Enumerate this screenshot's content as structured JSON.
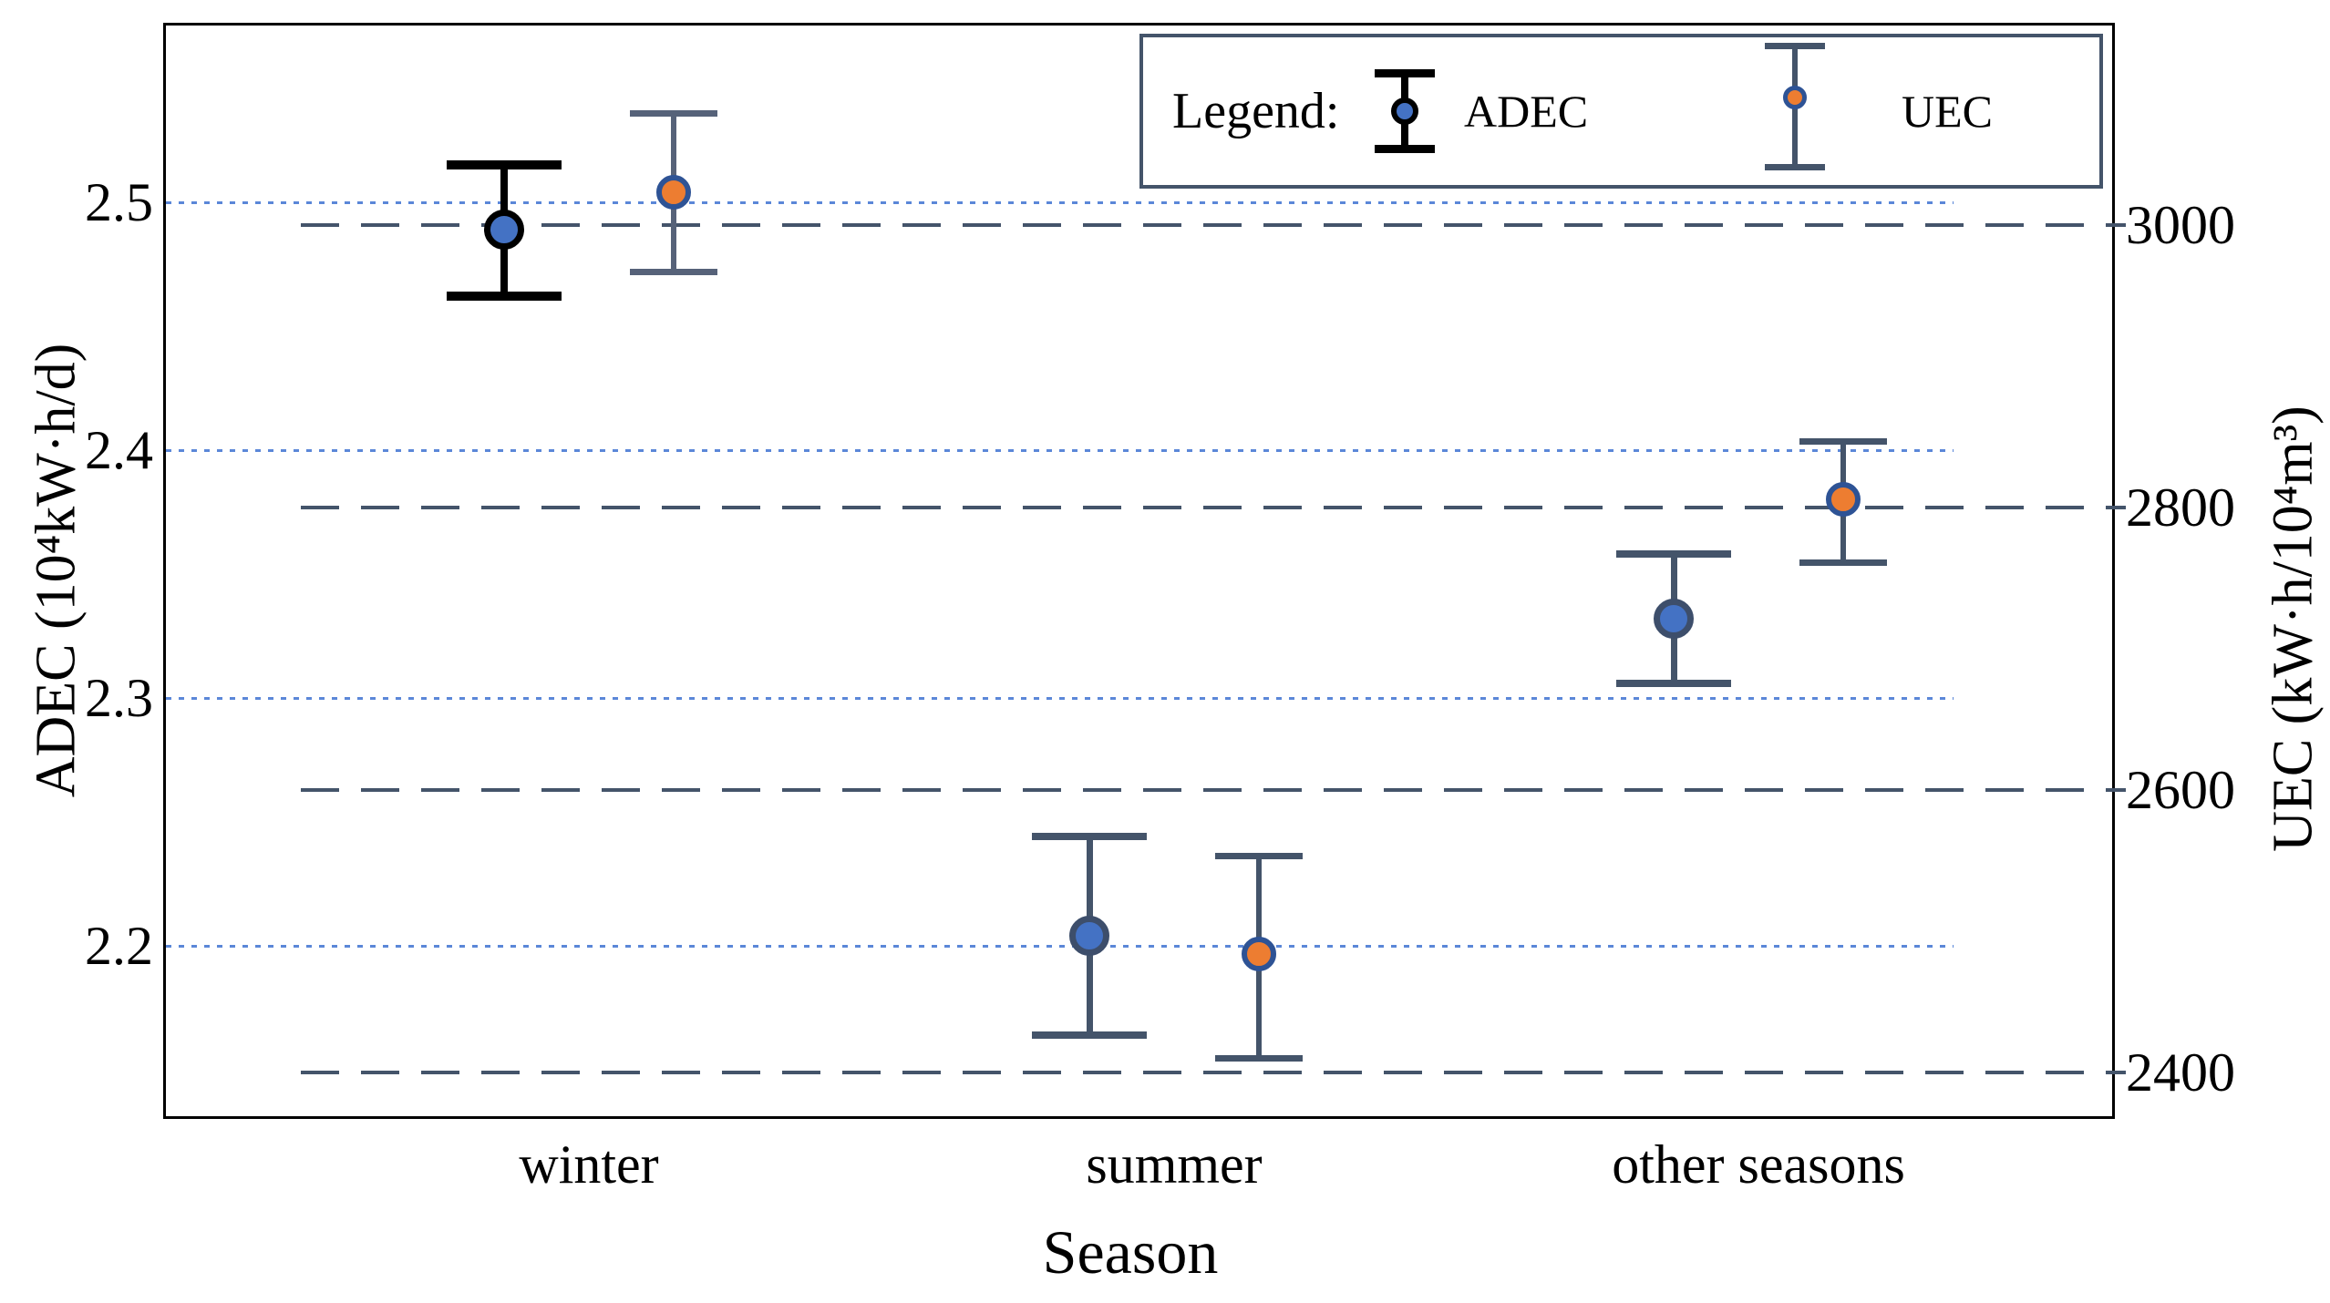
{
  "figure": {
    "background": "#FFFFFF",
    "legend": {
      "title": "Legend:",
      "border_color": "#44546A",
      "entries": [
        {
          "label": "ADEC",
          "marker_fill": "#4472C4",
          "marker_ring": "#000000",
          "bar_color": "#000000"
        },
        {
          "label": "UEC",
          "marker_fill": "#ED7D31",
          "marker_ring": "#2E5395",
          "bar_color": "#44546A"
        }
      ]
    },
    "colors": {
      "plot_border": "#000000",
      "dotted_gridline": "#5B87D8",
      "dashed_gridline": "#44546A",
      "text": "#000000"
    }
  },
  "chart_data": {
    "type": "scatter",
    "title": "",
    "categories": [
      "winter",
      "summer",
      "other seasons"
    ],
    "xlabel": "Season",
    "grid": true,
    "legend_position": "top-right",
    "left_axis": {
      "label": "ADEC (10⁴kW·h/d)",
      "ticks": [
        2.5,
        2.4,
        2.3,
        2.2
      ],
      "tick_labels": [
        "2.5",
        "2.4",
        "2.3",
        "2.2"
      ],
      "range": [
        2.145,
        2.572
      ],
      "gridline_style": "dotted"
    },
    "right_axis": {
      "label": "UEC (kW·h/10⁴m³)",
      "ticks": [
        3000,
        2800,
        2600,
        2400
      ],
      "tick_labels": [
        "3000",
        "2800",
        "2600",
        "2400"
      ],
      "range": [
        2385,
        3143
      ],
      "gridline_style": "dashed"
    },
    "series": [
      {
        "name": "ADEC",
        "axis": "left",
        "marker_fill": "#4472C4",
        "points": [
          {
            "category": "winter",
            "value": 2.489,
            "err_low": 2.462,
            "err_high": 2.515,
            "bar_color": "#000000",
            "ring_color": "#000000"
          },
          {
            "category": "summer",
            "value": 2.204,
            "err_low": 2.164,
            "err_high": 2.244,
            "bar_color": "#44546A",
            "ring_color": "#3D4E6B"
          },
          {
            "category": "other seasons",
            "value": 2.332,
            "err_low": 2.306,
            "err_high": 2.358,
            "bar_color": "#44546A",
            "ring_color": "#3D4E6B"
          }
        ]
      },
      {
        "name": "UEC",
        "axis": "right",
        "marker_fill": "#ED7D31",
        "points": [
          {
            "category": "winter",
            "value": 3023,
            "err_low": 2967,
            "err_high": 3079,
            "bar_color": "#566279",
            "ring_color": "#2E5395"
          },
          {
            "category": "summer",
            "value": 2484,
            "err_low": 2410,
            "err_high": 2553,
            "bar_color": "#44546A",
            "ring_color": "#2E5395"
          },
          {
            "category": "other seasons",
            "value": 2806,
            "err_low": 2761,
            "err_high": 2847,
            "bar_color": "#44546A",
            "ring_color": "#2E5395"
          }
        ]
      }
    ]
  }
}
